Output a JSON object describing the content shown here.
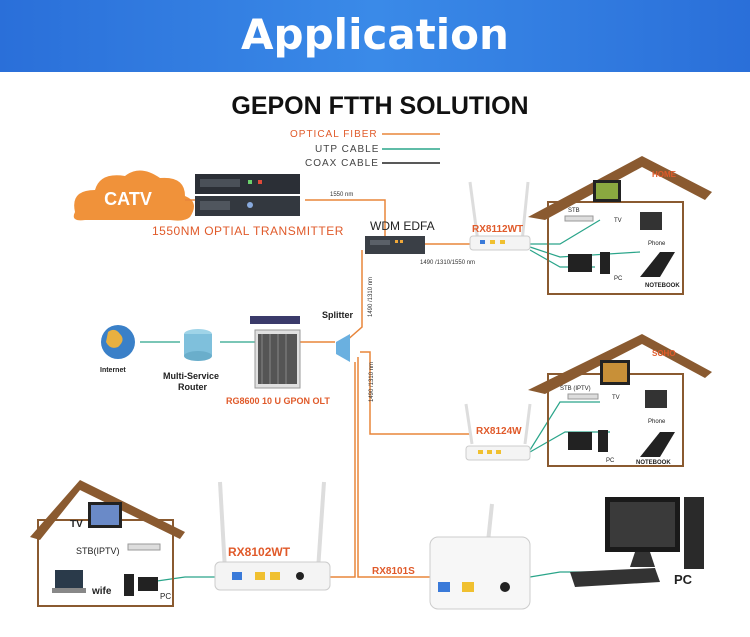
{
  "banner": {
    "title": "Application"
  },
  "title": "GEPON FTTH SOLUTION",
  "legend": {
    "optical": "OPTICAL FIBER",
    "utp": "UTP CABLE",
    "coax": "COAX CABLE"
  },
  "colors": {
    "banner": "#2a6fd9",
    "fiber": "#e8853a",
    "utp": "#2aa58a",
    "coax": "#222222",
    "label_red": "#e05a2a",
    "roof": "#8a5a30"
  },
  "nodes": {
    "catv": "CATV",
    "transmitter": "1550NM OPTIAL TRANSMITTER",
    "edfa": "WDM EDFA",
    "rx8112wt": "RX8112WT",
    "rx8124w": "RX8124W",
    "rx8102wt": "RX8102WT",
    "rx8101s": "RX8101S",
    "splitter": "Splitter",
    "olt": "RG8600 10 U GPON OLT",
    "router": "Multi-Service Router",
    "internet": "Internet"
  },
  "fiber_labels": {
    "l1550": "1550 nm",
    "l1490_1310_1550": "1490 /1310/1550 nm",
    "l1490_1310_a": "1490 /1310 nm",
    "l1490_1310_b": "1490 /1310 nm"
  },
  "home": {
    "tag": "HOME",
    "stb": "STB",
    "tv": "TV",
    "phone": "Phone",
    "pc": "PC",
    "notebook": "NOTEBOOK"
  },
  "soho": {
    "tag": "SOHO",
    "stb": "STB (IPTV)",
    "tv": "TV",
    "phone": "Phone",
    "pc": "PC",
    "notebook": "NOTEBOOK"
  },
  "house3": {
    "tv": "TV",
    "stb": "STB(IPTV)",
    "wifi": "wife",
    "pc": "PC"
  },
  "pc_right": "PC"
}
